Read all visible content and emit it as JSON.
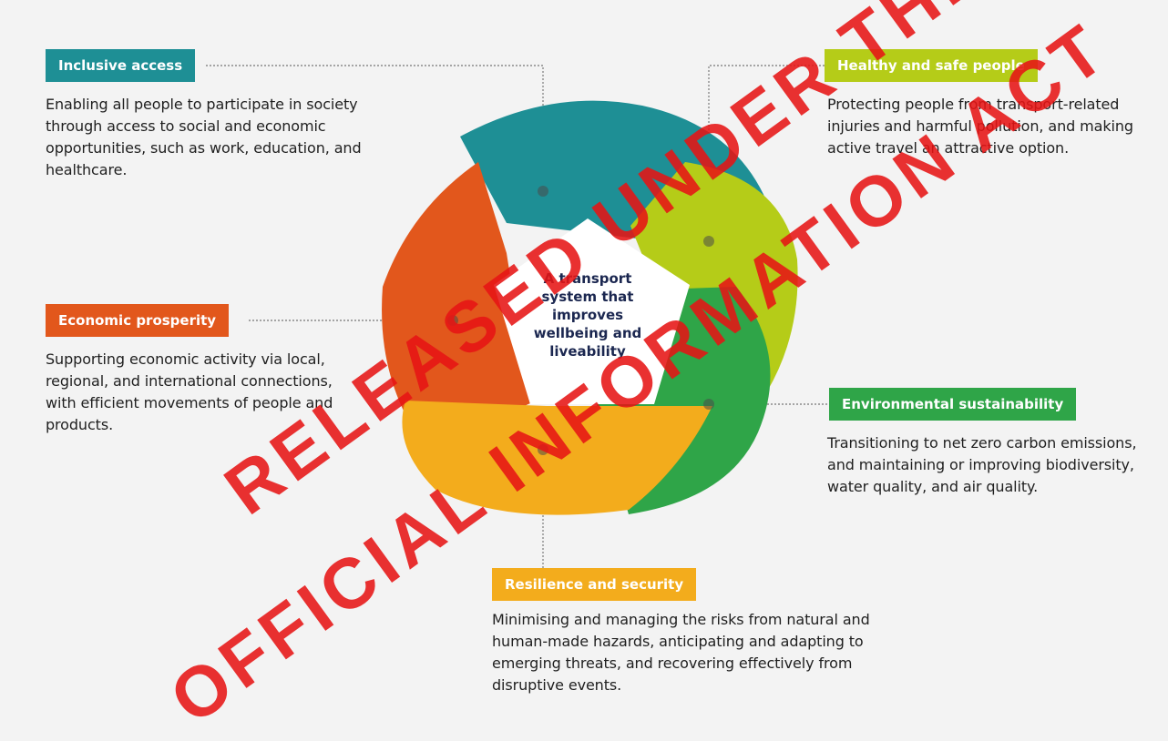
{
  "center_text": "A transport system that improves wellbeing and liveability",
  "outcomes": [
    {
      "id": "inclusive",
      "label": "Inclusive access",
      "color": "#1e8f95",
      "description": "Enabling all people to participate in society through access to social and economic opportunities, such as work, education, and healthcare."
    },
    {
      "id": "healthy",
      "label": "Healthy and safe people",
      "color": "#b5cc18",
      "description": "Protecting people from transport-related injuries and harmful pollution, and making active travel an attractive option."
    },
    {
      "id": "economic",
      "label": "Economic prosperity",
      "color": "#e2571c",
      "description": "Supporting economic activity via local, regional, and international connections, with efficient movements of people and products."
    },
    {
      "id": "environmental",
      "label": "Environmental sustainability",
      "color": "#2fa548",
      "description": "Transitioning to net zero carbon emissions, and maintaining or improving biodiversity, water quality, and air quality."
    },
    {
      "id": "resilience",
      "label": "Resilience and security",
      "color": "#f3ac1c",
      "description": "Minimising and managing the risks from natural and human-made hazards, anticipating and adapting to emerging threats, and recovering effectively from disruptive events."
    }
  ],
  "watermark": {
    "line1": "RELEASED UNDER THE ACT",
    "line2": "OFFICIAL INFORMATION ACT",
    "color": "#e61414"
  }
}
